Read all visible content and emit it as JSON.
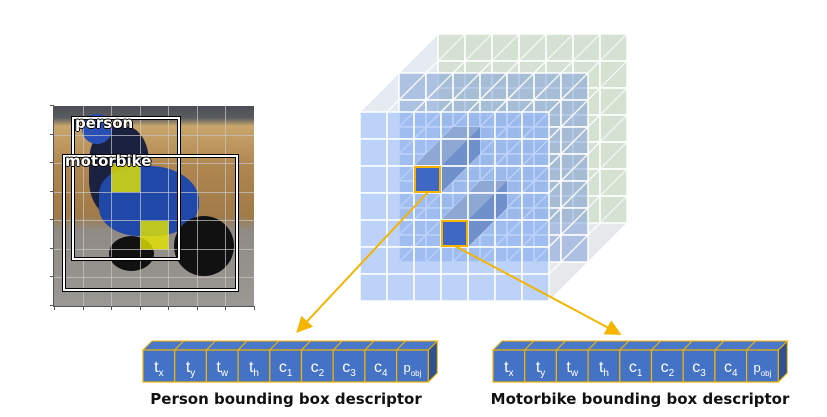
{
  "image": {
    "labels": [
      "person",
      "motorbike"
    ]
  },
  "grid": {
    "rows": 7,
    "cols": 7,
    "layers": 3
  },
  "colors": {
    "front": "#7fa6ee",
    "back": "#b8d0a8",
    "highlight": "#f5b400",
    "descriptor": "#4472c4"
  },
  "descriptors": [
    {
      "caption": "Person bounding box descriptor",
      "cells": [
        {
          "m": "t",
          "s": "x"
        },
        {
          "m": "t",
          "s": "y"
        },
        {
          "m": "t",
          "s": "w"
        },
        {
          "m": "t",
          "s": "h"
        },
        {
          "m": "c",
          "s": "1"
        },
        {
          "m": "c",
          "s": "2"
        },
        {
          "m": "c",
          "s": "3"
        },
        {
          "m": "c",
          "s": "4"
        },
        {
          "m": "p",
          "s": "obj"
        }
      ]
    },
    {
      "caption": "Motorbike bounding box descriptor",
      "cells": [
        {
          "m": "t",
          "s": "x"
        },
        {
          "m": "t",
          "s": "y"
        },
        {
          "m": "t",
          "s": "w"
        },
        {
          "m": "t",
          "s": "h"
        },
        {
          "m": "c",
          "s": "1"
        },
        {
          "m": "c",
          "s": "2"
        },
        {
          "m": "c",
          "s": "3"
        },
        {
          "m": "c",
          "s": "4"
        },
        {
          "m": "p",
          "s": "obj"
        }
      ]
    }
  ]
}
